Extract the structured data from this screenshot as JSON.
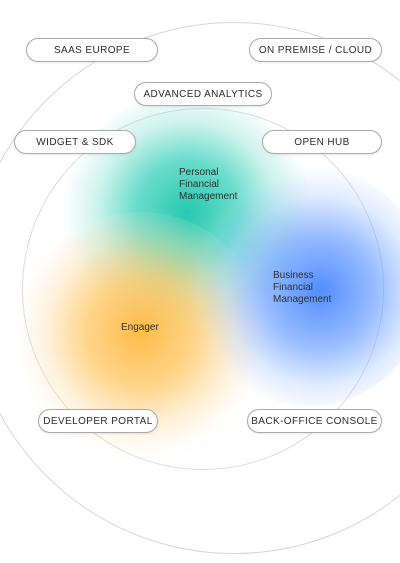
{
  "pills": {
    "saas_europe": "SAAS EUROPE",
    "on_premise_cloud": "ON PREMISE / CLOUD",
    "advanced_analytics": "ADVANCED ANALYTICS",
    "widget_sdk": "WIDGET & SDK",
    "open_hub": "OPEN HUB",
    "developer_portal": "DEVELOPER PORTAL",
    "back_office_console": "BACK-OFFICE CONSOLE"
  },
  "areas": {
    "pfm": [
      "Personal",
      "Financial",
      "Management"
    ],
    "bfm": [
      "Business",
      "Financial",
      "Management"
    ],
    "engager": [
      "Engager"
    ]
  },
  "colors": {
    "pfm": "#16c4aa",
    "bfm": "#4284ff",
    "engager": "#ffb83e",
    "ring": "#d6d6d6",
    "pill_border": "#a9a9a9"
  }
}
